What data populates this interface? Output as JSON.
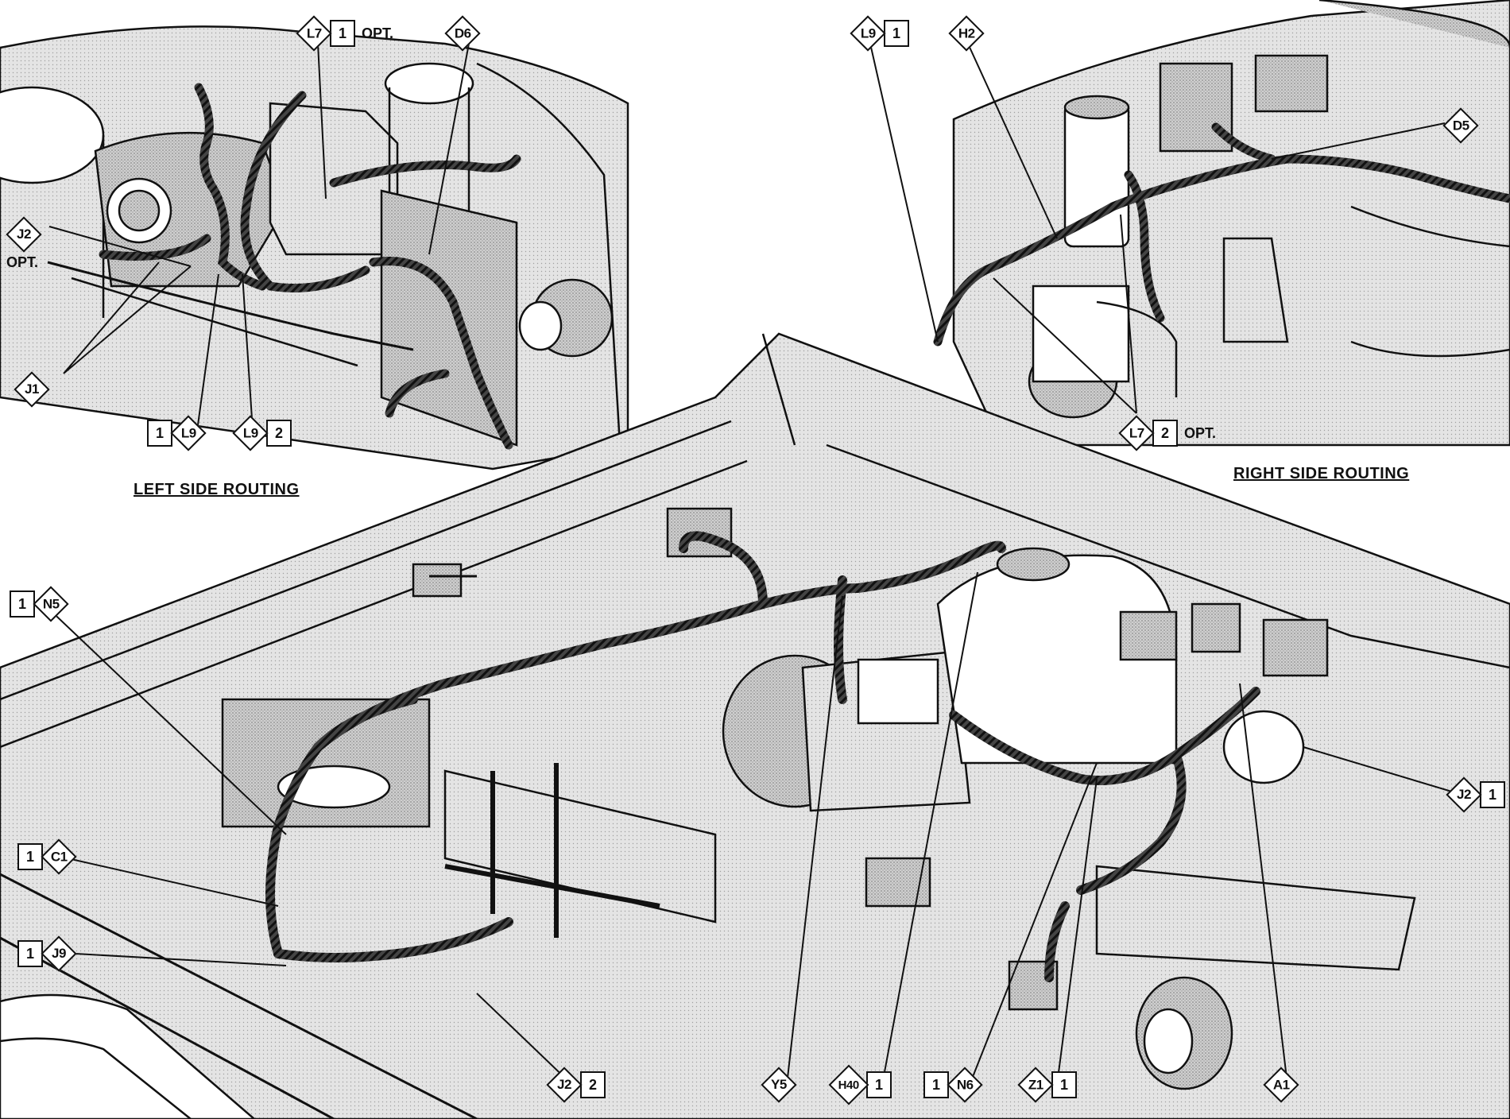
{
  "captions": {
    "left": "LEFT SIDE ROUTING",
    "right": "RIGHT SIDE ROUTING"
  },
  "callouts": {
    "l7_1_left": {
      "code": "L7",
      "num": "1",
      "opt": "OPT."
    },
    "d6": {
      "code": "D6"
    },
    "j2_opt": {
      "code": "J2",
      "opt": "OPT."
    },
    "j1": {
      "code": "J1"
    },
    "l9_1_left": {
      "code": "L9",
      "num": "1"
    },
    "l9_2_left": {
      "code": "L9",
      "num": "2"
    },
    "l9_1_right": {
      "code": "L9",
      "num": "1"
    },
    "h2": {
      "code": "H2"
    },
    "d5": {
      "code": "D5"
    },
    "l7_2_right": {
      "code": "L7",
      "num": "2",
      "opt": "OPT."
    },
    "n5": {
      "code": "N5",
      "num": "1"
    },
    "c1": {
      "code": "C1",
      "num": "1"
    },
    "j9": {
      "code": "J9",
      "num": "1"
    },
    "j2_2": {
      "code": "J2",
      "num": "2"
    },
    "y5": {
      "code": "Y5"
    },
    "h40": {
      "code": "H40",
      "num": "1"
    },
    "n6": {
      "code": "N6",
      "num": "1"
    },
    "z1": {
      "code": "Z1",
      "num": "1"
    },
    "a1": {
      "code": "A1"
    },
    "j2_1": {
      "code": "J2",
      "num": "1"
    }
  },
  "colors": {
    "ink": "#111111",
    "shade": "#bdbdbd",
    "paper": "#ffffff"
  }
}
